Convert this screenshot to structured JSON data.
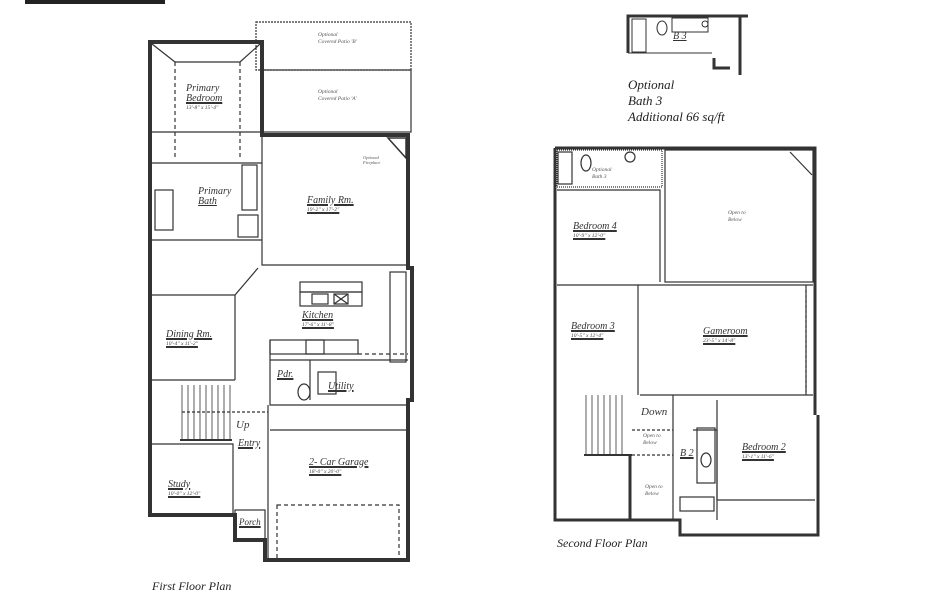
{
  "first_floor": {
    "caption": "First Floor Plan",
    "rooms": {
      "primary_bedroom": {
        "name_line1": "Primary",
        "name_line2": "Bedroom",
        "dims": "13'-8\" x 15'-4\""
      },
      "primary_bath": {
        "name_line1": "Primary",
        "name_line2": "Bath"
      },
      "family": {
        "name": "Family Rm.",
        "dims": "19'-2\" x 17'-2\""
      },
      "kitchen": {
        "name": "Kitchen",
        "dims": "17'-6\" x 11'-8\""
      },
      "dining": {
        "name": "Dining Rm.",
        "dims": "10'-4\" x 11'-2\""
      },
      "powder": {
        "name": "Pdr."
      },
      "utility": {
        "name": "Utility"
      },
      "entry": {
        "name": "Entry"
      },
      "study": {
        "name": "Study",
        "dims": "10'-0\" x 12'-0\""
      },
      "porch": {
        "name": "Porch"
      },
      "garage": {
        "name": "2- Car Garage",
        "dims": "18'-0\" x 20'-0\""
      }
    },
    "notes": {
      "patio_b": {
        "line1": "Optional",
        "line2": "Covered Patio 'B'"
      },
      "patio_a": {
        "line1": "Optional",
        "line2": "Covered Patio 'A'"
      },
      "fireplace": {
        "line1": "Optional",
        "line2": "Fireplace"
      },
      "stairs_up": "Up"
    }
  },
  "optional_bath": {
    "label": "B 3",
    "line1": "Optional",
    "line2": "Bath 3",
    "line3": "Additional 66 sq/ft"
  },
  "second_floor": {
    "caption": "Second Floor Plan",
    "rooms": {
      "optional_bath3": {
        "line1": "Optional",
        "line2": "Bath 3"
      },
      "bedroom4": {
        "name": "Bedroom 4",
        "dims": "10'-9\" x 12'-0\""
      },
      "open_below_top": {
        "line1": "Open to",
        "line2": "Below"
      },
      "bedroom3": {
        "name": "Bedroom 3",
        "dims": "10'-5\" x 12'-4\""
      },
      "gameroom": {
        "name": "Gameroom",
        "dims": "23'-5\" x 14'-8\""
      },
      "open_below_stair": {
        "line1": "Open to",
        "line2": "Below"
      },
      "open_below_entry": {
        "line1": "Open to",
        "line2": "Below"
      },
      "bath2": {
        "name": "B 2"
      },
      "bedroom2": {
        "name": "Bedroom 2",
        "dims": "13'-1\" x 11'-6\""
      }
    },
    "notes": {
      "stairs_down": "Down"
    }
  }
}
